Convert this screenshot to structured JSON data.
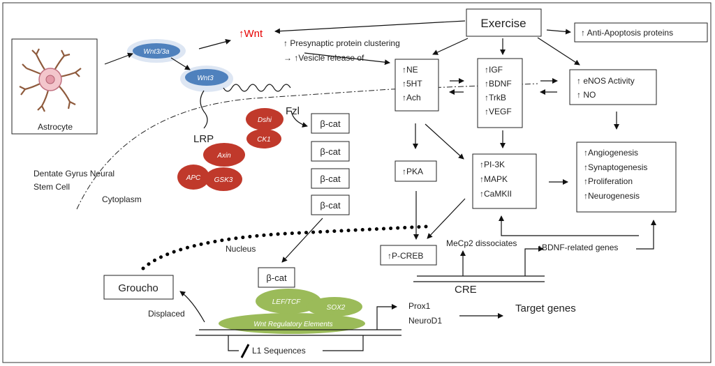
{
  "colors": {
    "red_oval": "#c0392b",
    "blue_oval": "#4f81bd",
    "green_oval": "#9bbb59",
    "wnt_text": "#e60000"
  },
  "astrocyte": {
    "label": "Astrocyte"
  },
  "wnt": {
    "wnt3_3a": "Wnt3/3a",
    "wnt3": "Wnt3",
    "up_wnt": "↑Wnt",
    "presynaptic": "↑ Presynaptic protein clustering",
    "vesicle": "→ ↑Vesicle release of"
  },
  "membrane": {
    "lrp": "LRP",
    "fzl": "Fzl",
    "dshi": "Dshi",
    "ck1": "CK1",
    "axin": "Axin",
    "apc": "APC",
    "gsk3": "GSK3",
    "stem_cell_line1": "Dentate Gyrus Neural",
    "stem_cell_line2": "Stem Cell",
    "cytoplasm": "Cytoplasm",
    "nucleus": "Nucleus"
  },
  "beta_cat": {
    "label": "β-cat"
  },
  "exercise": {
    "label": "Exercise",
    "anti_apoptosis": "↑ Anti-Apoptosis proteins"
  },
  "boxes": {
    "neurotransmitters": [
      "↑NE",
      "↑5HT",
      "↑Ach"
    ],
    "growth_factors": [
      "↑IGF",
      "↑BDNF",
      "↑TrkB",
      "↑VEGF"
    ],
    "enos": [
      "↑ eNOS Activity",
      "↑ NO"
    ],
    "pka": "↑PKA",
    "kinases": [
      "↑PI-3K",
      "↑MAPK",
      "↑CaMKII"
    ],
    "outcomes": [
      "↑Angiogenesis",
      "↑Synaptogenesis",
      "↑Proliferation",
      "↑Neurogenesis"
    ],
    "pcreb": "↑P-CREB"
  },
  "nucleus_area": {
    "mecp2": "MeCp2 dissociates",
    "bdnf_genes": "↑BDNF-related genes",
    "cre": "CRE",
    "groucho": "Groucho",
    "displaced": "Displaced",
    "lef_tcf": "LEF/TCF",
    "sox2": "SOX2",
    "wnt_elements": "Wnt Regulatory Elements",
    "l1": "L1 Sequences",
    "prox1": "Prox1",
    "neurod1": "NeuroD1",
    "target_genes": "Target genes"
  }
}
